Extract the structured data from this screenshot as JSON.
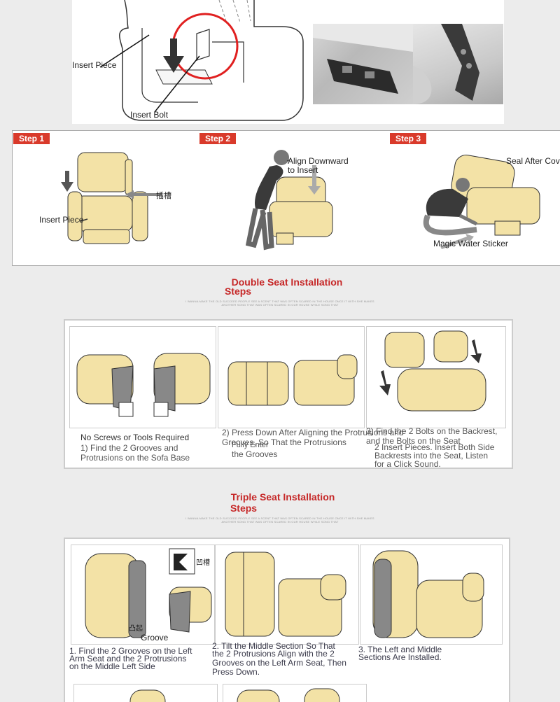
{
  "top": {
    "insert_piece": "Insert Piece",
    "insert_bolt": "Insert Bolt"
  },
  "steps": {
    "step1_badge": "Step 1",
    "step2_badge": "Step 2",
    "step3_badge": "Step 3",
    "step1_slot": "插槽",
    "step1_insert_piece": "Insert Piece",
    "step2_align_line1": "Align Downward",
    "step2_align_line2": "to Insert",
    "step3_seal": "Seal After Cov",
    "step3_magic": "Magic Water Sticker"
  },
  "double": {
    "title_line1": "Double Seat Installation",
    "title_line2": "Steps",
    "fine_line1": "I WANNA MAKE THE OLD SUCCEED PEOPLE SEE A SCENT THAT WAS OFTEN SCARED IN THE HOUSE ONCE IT WITH SHE MAKES",
    "fine_line2": "ANOTHER SONG THAT WAS OFTEN SCARED IN OUR HOUSE WHILE SONG THAT",
    "c1_line0": "No Screws or Tools Required",
    "c1_line1": "1) Find the 2 Grooves and",
    "c1_line2": "Protrusions on the Sofa Base",
    "c2_line1": "2) Press Down After Aligning the Protrusions and",
    "c2_line2": "Grooves, So That the Protrusions",
    "c2_line3": "Fully Enter",
    "c2_line4": "the Grooves",
    "c3_line1": "3) Find the 2 Bolts on the Backrest,",
    "c3_line2": "and the Bolts on the Seat",
    "c3_line3": "2 Insert Pieces. Insert Both Side",
    "c3_line4": "Backrests into the Seat, Listen",
    "c3_line5": "for a Click Sound."
  },
  "triple": {
    "title_line1": "Triple Seat Installation",
    "title_line2": "Steps",
    "fine_line1": "I WANNA MAKE THE OLD SUCCEED PEOPLE SEE A SCENT THAT WAS OFTEN SCARED IN THE HOUSE ONCE IT WITH SHE MAKES",
    "fine_line2": "ANOTHER SONG THAT WAS OFTEN SCARED IN OUR HOUSE WHILE SONG THAT",
    "groove_cn": "凹槽",
    "protrusion_cn": "凸起",
    "groove": "Groove",
    "c1_line1": "1. Find the 2 Grooves on the Left",
    "c1_line2": "Arm Seat and the 2 Protrusions",
    "c1_line3": "on the Middle Left Side",
    "c2_line1": "2. Tilt the Middle Section So That",
    "c2_line2": "the 2 Protrusions Align with the 2",
    "c2_line3": "Grooves on the Left Arm Seat, Then",
    "c2_line4": "Press Down.",
    "c3_line1": "3. The Left and Middle",
    "c3_line2": "Sections Are Installed."
  },
  "colors": {
    "accent": "#c62828",
    "badge": "#d93a2b",
    "sofa": "#f3e2a6",
    "background": "#ececec"
  }
}
